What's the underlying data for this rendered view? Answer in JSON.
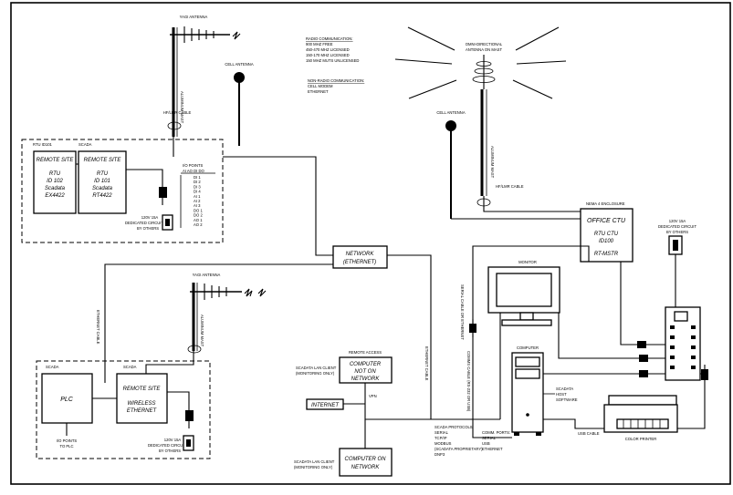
{
  "site1": {
    "tag_a": "RTU ID101",
    "tag_b": "SCADA",
    "remote_a": {
      "title": "REMOTE SITE",
      "line1": "RTU",
      "line2": "ID 102",
      "line3": "Scadata",
      "line4": "EX4422"
    },
    "remote_b": {
      "title": "REMOTE SITE",
      "line1": "RTU",
      "line2": "ID 101",
      "line3": "Scadata",
      "line4": "RT4422"
    },
    "yagi": "YAGI ANTENNA",
    "mast": "ALUMINUM MAST",
    "cable": "HF/LMR CABLE",
    "cell": "CELL ANTENNA",
    "io_title": "I/O POINTS",
    "io_sub": "AI AO DI DO",
    "io_rows": [
      "DI 1",
      "DI 2",
      "DI 3",
      "DI 4",
      "AI 1",
      "AI 2",
      "AI 3",
      "DO 1",
      "DO 2",
      "AO 1",
      "AO 2"
    ],
    "power": [
      "120V 15A",
      "DEDICATED CIRCUIT",
      "BY OTHERS"
    ]
  },
  "radio_notes": {
    "heading": "RADIO COMMUNICATION:",
    "lines": [
      "900 MHZ FREE",
      "450-470 MHZ LICENSED",
      "150-170 MHZ LICENSED",
      "150 MHZ MUTS UNLICENSED"
    ]
  },
  "nonradio_notes": {
    "heading": "NON-RADIO COMMUNICATION:",
    "lines": [
      "CELL MODEM",
      "ETHERNET"
    ]
  },
  "omni": {
    "label": [
      "OMNI-DIRECTIONAL",
      "ANTENNA ON MAST"
    ],
    "mast": "ALUMINUM MAST",
    "cable": "HF/LMR CABLE"
  },
  "cell2": "CELL ANTENNA",
  "office": {
    "tag": "NEMA 4 ENCLOSURE",
    "line1": "OFFICE CTU",
    "line2": "RTU CTU",
    "line3": "ID100",
    "line4": "RT-MSTR"
  },
  "office_power": [
    "120V 15A",
    "DEDICATED CIRCUIT",
    "BY OTHERS"
  ],
  "network": {
    "line1": "NETWORK",
    "line2": "(ETHERNET)"
  },
  "monitor": "MONITOR",
  "computer": "COMPUTER",
  "scadata_sw": [
    "SCADATA",
    "HOST",
    "SOFTWARE"
  ],
  "labels": {
    "ethernet_cable_left": "ETHERNET CABLE",
    "ethernet_cable_mid": "ETHERNET CABLE",
    "serial_cable": "SERIAL CABLE OR ETHERNET",
    "comm_cable": "COMMS CABLE (RS-232 OR USB)",
    "usb_cable": "USB CABLE",
    "vpn": "VPN"
  },
  "protocol_notes": [
    "SCADA PROTOCOLS:",
    "SERIAL",
    "TCP/IP",
    "MODBUS",
    "(SCADATA PROPRIETARY)",
    "DNP3"
  ],
  "comm_ports": [
    "COMM. PORTS:",
    "SERIAL",
    "USB",
    "ETHERNET"
  ],
  "printer": "COLOR PRINTER",
  "remote_access": "REMOTE ACCESS",
  "pc_off": {
    "line1": "COMPUTER",
    "line2": "NOT ON",
    "line3": "NETWORK",
    "client": [
      "SCADATA LAN CLIENT",
      "(MONITORING ONLY)"
    ]
  },
  "pc_on": {
    "line1": "COMPUTER ON",
    "line2": "NETWORK",
    "client": [
      "SCADATA LAN CLIENT",
      "(MONITORING ONLY)"
    ]
  },
  "internet": "INTERNET",
  "site2": {
    "tag_a": "SCADA",
    "tag_b": "SCADA",
    "plc": "PLC",
    "io": [
      "I/O POINTS",
      "TO PLC"
    ],
    "remote_title": "REMOTE SITE",
    "remote_l1": "WIRELESS",
    "remote_l2": "ETHERNET",
    "yagi": "YAGI ANTENNA",
    "mast": "ALUMINUM MAST",
    "power": [
      "120V 15A",
      "DEDICATED CIRCUIT",
      "BY OTHERS"
    ]
  }
}
